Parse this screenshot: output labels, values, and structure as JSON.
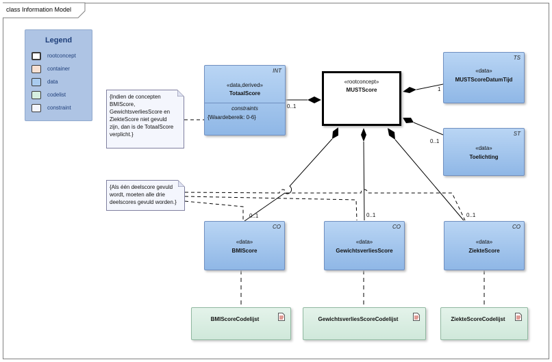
{
  "diagram": {
    "title": "class Information Model"
  },
  "legend": {
    "title": "Legend",
    "items": [
      {
        "label": "rootconcept",
        "color": "#ffffff"
      },
      {
        "label": "container",
        "color": "#f7e1d3"
      },
      {
        "label": "data",
        "color": "#a9cbef"
      },
      {
        "label": "codelist",
        "color": "#d6efe0"
      },
      {
        "label": "constraint",
        "color": "#f4f6fd"
      }
    ]
  },
  "classes": {
    "must_score": {
      "stereotype": "«rootconcept»",
      "name": "MUSTScore"
    },
    "totaal_score": {
      "tag": "INT",
      "stereotype": "«data,derived»",
      "name": "TotaalScore",
      "constraints_header": "constraints",
      "constraint": "{Waardebereik: 0-6}"
    },
    "datum_tijd": {
      "tag": "TS",
      "stereotype": "«data»",
      "name": "MUSTScoreDatumTijd"
    },
    "toelichting": {
      "tag": "ST",
      "stereotype": "«data»",
      "name": "Toelichting"
    },
    "bmi_score": {
      "tag": "CO",
      "stereotype": "«data»",
      "name": "BMIScore"
    },
    "gewichtsverlies_score": {
      "tag": "CO",
      "stereotype": "«data»",
      "name": "GewichtsverliesScore"
    },
    "ziekte_score": {
      "tag": "CO",
      "stereotype": "«data»",
      "name": "ZiekteScore"
    }
  },
  "codelists": {
    "bmi": "BMIScoreCodelijst",
    "gewichtsverlies": "GewichtsverliesScoreCodelijst",
    "ziekte": "ZiekteScoreCodelijst"
  },
  "notes": {
    "totaal": [
      "{Indien de concepten",
      "BMIScore,",
      "GewichtsverliesScore en",
      "ZiekteScore niet gevuld",
      "zijn, dan is de TotaalScore",
      "verplicht.}"
    ],
    "deelscores": [
      "{Als één deelscore gevuld",
      "wordt, moeten alle drie",
      "deelscores gevuld worden.}"
    ]
  },
  "multiplicities": {
    "totaal": "0..1",
    "datum_tijd": "1",
    "toelichting": "0..1",
    "bmi": "0..1",
    "gewichtsverlies": "0..1",
    "ziekte": "0..1"
  }
}
